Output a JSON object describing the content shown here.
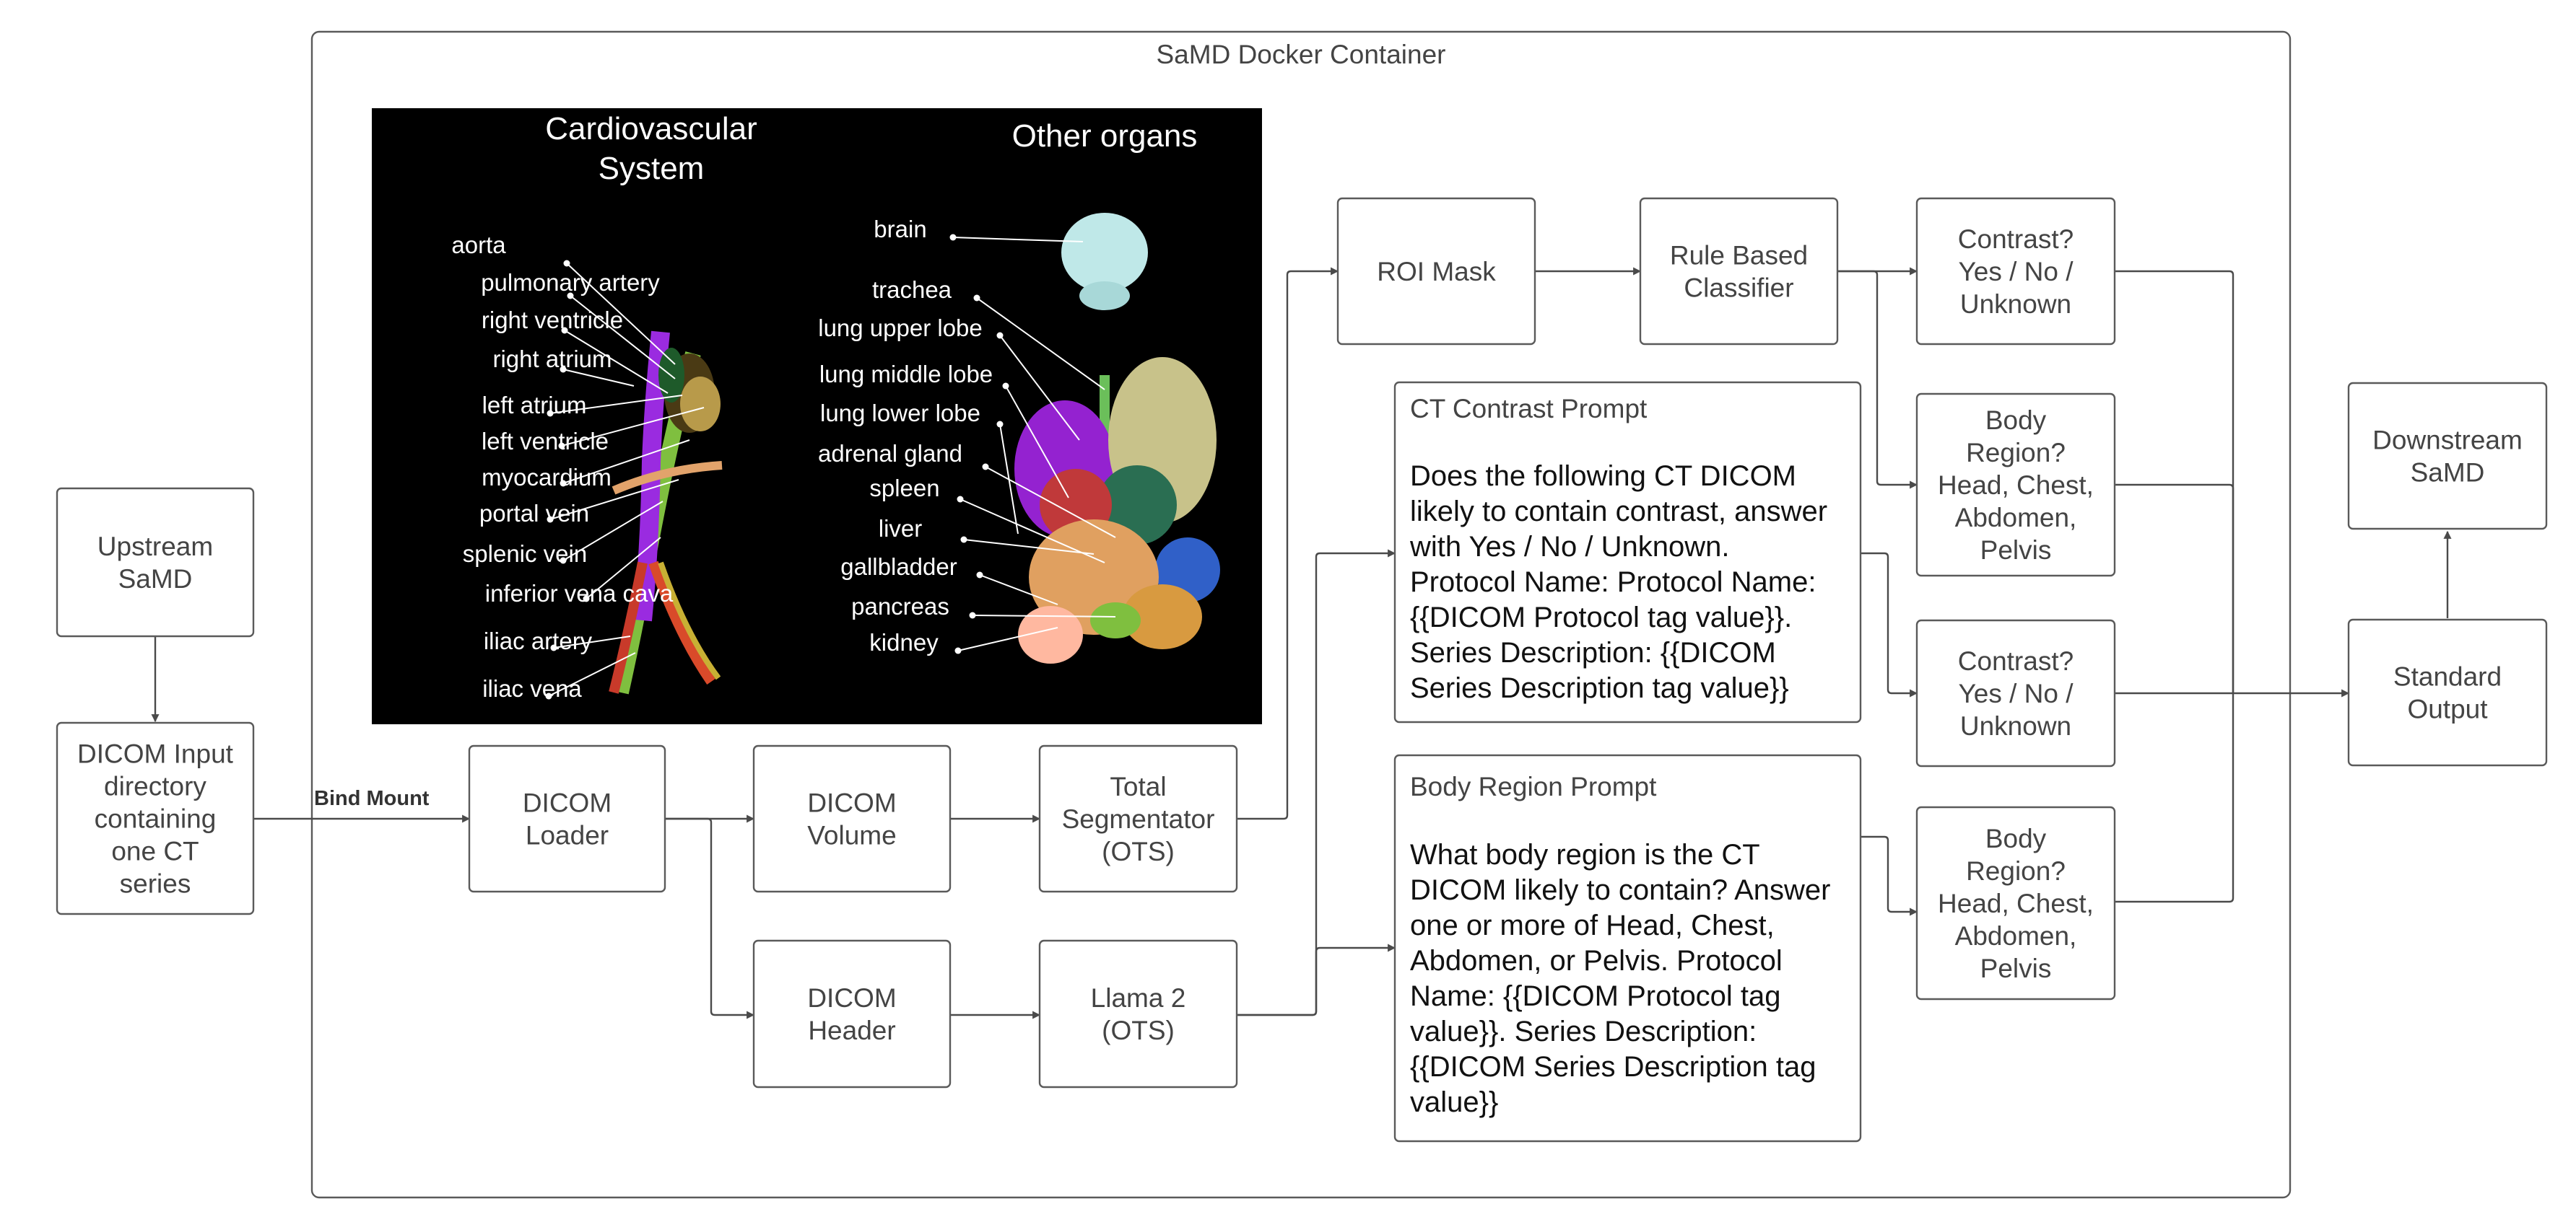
{
  "container_title": "SaMD Docker Container",
  "bind_mount_label": "Bind Mount",
  "nodes": {
    "upstream": [
      "Upstream",
      "SaMD"
    ],
    "dicom_input": [
      "DICOM Input",
      "directory",
      "containing",
      "one CT",
      "series"
    ],
    "dicom_loader": [
      "DICOM",
      "Loader"
    ],
    "dicom_volume": [
      "DICOM",
      "Volume"
    ],
    "dicom_header": [
      "DICOM",
      "Header"
    ],
    "total_segmentator": [
      "Total",
      "Segmentator",
      "(OTS)"
    ],
    "llama2": [
      "Llama 2",
      "(OTS)"
    ],
    "roi_mask": [
      "ROI Mask"
    ],
    "rule_classifier": [
      "Rule Based",
      "Classifier"
    ],
    "contrast_rule": [
      "Contrast?",
      "Yes / No /",
      "Unknown"
    ],
    "body_region_rule": [
      "Body",
      "Region?",
      "Head, Chest,",
      "Abdomen,",
      "Pelvis"
    ],
    "contrast_llm": [
      "Contrast?",
      "Yes / No /",
      "Unknown"
    ],
    "body_region_llm": [
      "Body",
      "Region?",
      "Head, Chest,",
      "Abdomen,",
      "Pelvis"
    ],
    "standard_output": [
      "Standard",
      "Output"
    ],
    "downstream": [
      "Downstream",
      "SaMD"
    ]
  },
  "prompts": {
    "ct_contrast": {
      "title": "CT Contrast Prompt",
      "lines": [
        "Does the following CT DICOM",
        "likely to contain contrast, answer",
        "with Yes / No / Unknown.",
        "Protocol Name: Protocol Name:",
        "{{DICOM Protocol tag value}}.",
        "Series Description: {{DICOM",
        "Series Description tag value}}"
      ]
    },
    "body_region": {
      "title": "Body Region Prompt",
      "lines": [
        "What body region is the CT",
        "DICOM likely to contain? Answer",
        "one or more of Head, Chest,",
        "Abdomen, or Pelvis. Protocol",
        "Name: {{DICOM Protocol tag",
        "value}}. Series Description:",
        "{{DICOM Series Description tag",
        "value}}"
      ]
    }
  },
  "anatomy_panel": {
    "left_title": [
      "Cardiovascular",
      "System"
    ],
    "right_title": "Other organs",
    "cardio_labels": [
      "aorta",
      "pulmonary artery",
      "right ventricle",
      "right atrium",
      "left atrium",
      "left ventricle",
      "myocardium",
      "portal vein",
      "splenic vein",
      "inferior vena cava",
      "iliac artery",
      "iliac vena"
    ],
    "organ_labels": [
      "brain",
      "trachea",
      "lung upper lobe",
      "lung middle lobe",
      "lung lower lobe",
      "adrenal gland",
      "spleen",
      "liver",
      "gallbladder",
      "pancreas",
      "kidney"
    ]
  }
}
